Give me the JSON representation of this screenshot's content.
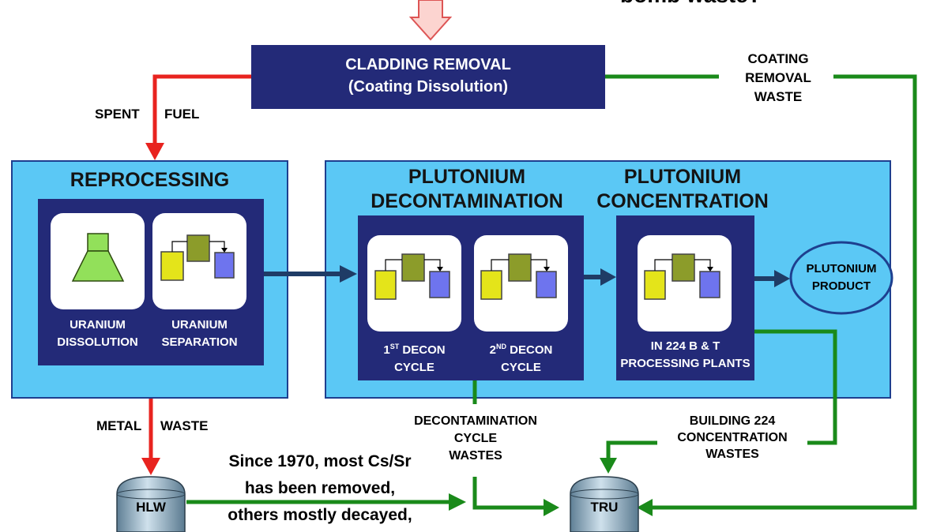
{
  "header_cutoff_text": "bomb waste?",
  "cladding": {
    "line1": "CLADDING REMOVAL",
    "line2": "(Coating Dissolution)"
  },
  "spent_fuel": {
    "word1": "SPENT",
    "word2": "FUEL"
  },
  "coating_waste": {
    "line1": "COATING",
    "line2": "REMOVAL",
    "line3": "WASTE"
  },
  "reprocessing": {
    "title": "REPROCESSING",
    "steps": [
      {
        "line1": "URANIUM",
        "line2": "DISSOLUTION",
        "icon": "flask-icon"
      },
      {
        "line1": "URANIUM",
        "line2": "SEPARATION",
        "icon": "process-icon"
      }
    ]
  },
  "decon": {
    "title1": "PLUTONIUM",
    "title2": "DECONTAMINATION",
    "steps": [
      {
        "num": "1",
        "sup": "ST",
        "rest": " DECON",
        "line2": "CYCLE"
      },
      {
        "num": "2",
        "sup": "ND",
        "rest": " DECON",
        "line2": "CYCLE"
      }
    ]
  },
  "concentration": {
    "title1": "PLUTONIUM",
    "title2": "CONCENTRATION",
    "step": {
      "line1": "IN 224 B & T",
      "line2": "PROCESSING PLANTS"
    }
  },
  "product": {
    "line1": "PLUTONIUM",
    "line2": "PRODUCT"
  },
  "metal_waste": {
    "word1": "METAL",
    "word2": "WASTE"
  },
  "decon_wastes": {
    "line1": "DECONTAMINATION",
    "line2": "CYCLE",
    "line3": "WASTES"
  },
  "building_wastes": {
    "line1": "BUILDING 224",
    "line2": "CONCENTRATION",
    "line3": "WASTES"
  },
  "note": {
    "line1": "Since 1970, most Cs/Sr",
    "line2": "has been removed,",
    "line3": "others mostly decayed,"
  },
  "tanks": {
    "hlw": "HLW",
    "tru": "TRU"
  },
  "colors": {
    "red_arrow": "#e8231f",
    "green_line": "#1a8a1a",
    "navy": "#232a78",
    "light_blue": "#5bc8f5",
    "dark_arrow": "#1f3c66"
  }
}
